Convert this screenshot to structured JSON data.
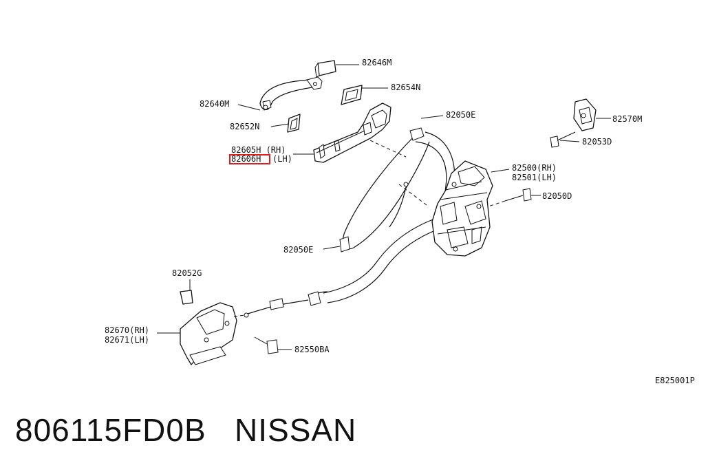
{
  "labels": {
    "p82646M": "82646M",
    "p82654N": "82654N",
    "p82640M": "82640M",
    "p82652N": "82652N",
    "p82050E_top": "82050E",
    "p82570M": "82570M",
    "p82053D": "82053D",
    "p82605H": "82605H (RH)",
    "p82606H": "82606H",
    "p82606H_side": "(LH)",
    "p82500": "82500(RH)",
    "p82501": "82501(LH)",
    "p82050D": "82050D",
    "p82050E_low": "82050E",
    "p82052G": "82052G",
    "p82670": "82670(RH)",
    "p82671": "82671(LH)",
    "p82550BA": "82550BA"
  },
  "diagram_code": "E825001P",
  "footer": {
    "part_number": "806115FD0B",
    "brand": "NISSAN"
  },
  "highlight_color": "#e01e1e"
}
